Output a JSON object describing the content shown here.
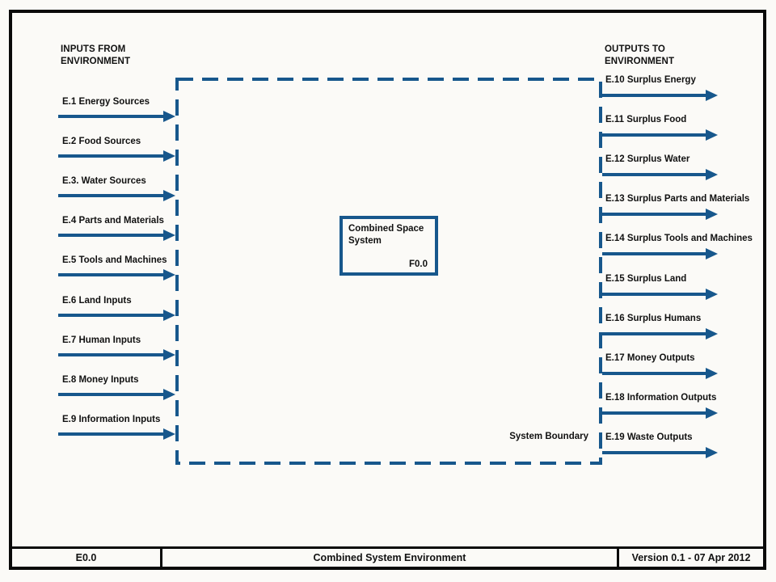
{
  "colors": {
    "accent_blue": "#17578c",
    "frame_black": "#0a0a0a",
    "background": "#fbfaf7"
  },
  "inputs": {
    "heading_line1": "INPUTS FROM",
    "heading_line2": "ENVIRONMENT",
    "items": [
      "E.1 Energy Sources",
      "E.2 Food Sources",
      "E.3. Water Sources",
      "E.4 Parts and Materials",
      "E.5 Tools and Machines",
      "E.6 Land Inputs",
      "E.7 Human Inputs",
      "E.8 Money Inputs",
      "E.9 Information Inputs"
    ]
  },
  "outputs": {
    "heading_line1": "OUTPUTS TO",
    "heading_line2": "ENVIRONMENT",
    "items": [
      "E.10 Surplus Energy",
      "E.11 Surplus Food",
      "E.12 Surplus Water",
      "E.13 Surplus Parts and Materials",
      "E.14 Surplus Tools and Machines",
      "E.15 Surplus Land",
      "E.16 Surplus Humans",
      "E.17 Money Outputs",
      "E.18 Information Outputs",
      "E.19 Waste Outputs"
    ]
  },
  "system_box": {
    "title": "Combined Space System",
    "function_id": "F0.0"
  },
  "boundary_label": "System Boundary",
  "title_block": {
    "left": "E0.0",
    "center": "Combined System Environment",
    "right": "Version 0.1 - 07 Apr 2012"
  }
}
